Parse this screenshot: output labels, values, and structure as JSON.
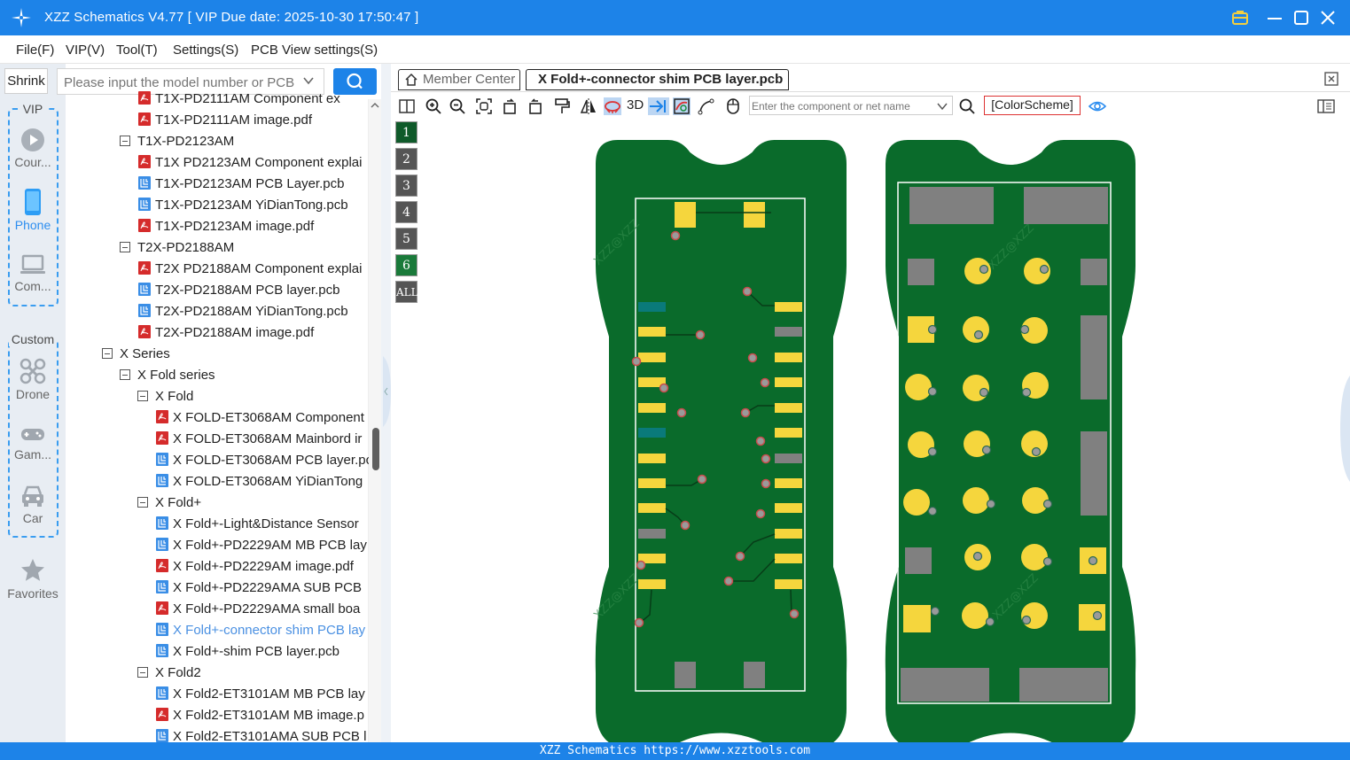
{
  "window": {
    "title": "XZZ Schematics V4.77 [ VIP Due date: 2025-10-30 17:50:47 ]"
  },
  "menu": [
    "File(F)",
    "VIP(V)",
    "Tool(T)",
    "Settings(S)",
    "PCB View settings(S)"
  ],
  "sidebar": {
    "shrink_label": "Shrink",
    "search_placeholder": "Please input the model number or PCB",
    "vip_label": "VIP",
    "custom_label": "Custom",
    "vip_items": [
      {
        "label": "Cour...",
        "icon": "play-icon"
      },
      {
        "label": "Phone",
        "icon": "phone-icon"
      },
      {
        "label": "Com...",
        "icon": "laptop-icon"
      }
    ],
    "custom_items": [
      {
        "label": "Drone",
        "icon": "drone-icon"
      },
      {
        "label": "Gam...",
        "icon": "gamepad-icon"
      },
      {
        "label": "Car",
        "icon": "car-icon"
      }
    ],
    "favorites_label": "Favorites"
  },
  "tree": [
    {
      "label": "T1X-PD2111AM Component ex",
      "type": "pdf",
      "level": 3
    },
    {
      "label": "T1X-PD2111AM image.pdf",
      "type": "pdf",
      "level": 3
    },
    {
      "label": "T1X-PD2123AM",
      "type": "folder",
      "level": 2
    },
    {
      "label": "T1X PD2123AM Component explai",
      "type": "pdf",
      "level": 3
    },
    {
      "label": "T1X-PD2123AM PCB Layer.pcb",
      "type": "pcb",
      "level": 3
    },
    {
      "label": "T1X-PD2123AM YiDianTong.pcb",
      "type": "pcb",
      "level": 3
    },
    {
      "label": "T1X-PD2123AM image.pdf",
      "type": "pdf",
      "level": 3
    },
    {
      "label": "T2X-PD2188AM",
      "type": "folder",
      "level": 2
    },
    {
      "label": "T2X PD2188AM Component explai",
      "type": "pdf",
      "level": 3
    },
    {
      "label": "T2X-PD2188AM PCB layer.pcb",
      "type": "pcb",
      "level": 3
    },
    {
      "label": "T2X-PD2188AM YiDianTong.pcb",
      "type": "pcb",
      "level": 3
    },
    {
      "label": "T2X-PD2188AM image.pdf",
      "type": "pdf",
      "level": 3
    },
    {
      "label": "X Series",
      "type": "folder",
      "level": 1
    },
    {
      "label": "X Fold series",
      "type": "folder",
      "level": 2
    },
    {
      "label": "X Fold",
      "type": "folder",
      "level": 3
    },
    {
      "label": "X FOLD-ET3068AM Component",
      "type": "pdf",
      "level": 4
    },
    {
      "label": "X FOLD-ET3068AM Mainbord ir",
      "type": "pdf",
      "level": 4
    },
    {
      "label": "X FOLD-ET3068AM PCB layer.pc",
      "type": "pcb",
      "level": 4
    },
    {
      "label": "X FOLD-ET3068AM YiDianTong",
      "type": "pcb",
      "level": 4
    },
    {
      "label": "X Fold+",
      "type": "folder",
      "level": 3
    },
    {
      "label": "X Fold+-Light&Distance Sensor",
      "type": "pcb",
      "level": 4
    },
    {
      "label": "X Fold+-PD2229AM MB PCB lay",
      "type": "pcb",
      "level": 4
    },
    {
      "label": "X Fold+-PD2229AM image.pdf",
      "type": "pdf",
      "level": 4
    },
    {
      "label": "X Fold+-PD2229AMA SUB PCB",
      "type": "pcb",
      "level": 4
    },
    {
      "label": "X Fold+-PD2229AMA small boa",
      "type": "pdf",
      "level": 4
    },
    {
      "label": "X Fold+-connector shim PCB lay",
      "type": "pcb",
      "level": 4,
      "selected": true
    },
    {
      "label": "X Fold+-shim PCB layer.pcb",
      "type": "pcb",
      "level": 4
    },
    {
      "label": "X Fold2",
      "type": "folder",
      "level": 3
    },
    {
      "label": "X Fold2-ET3101AM MB PCB lay",
      "type": "pcb",
      "level": 4
    },
    {
      "label": "X Fold2-ET3101AM MB image.p",
      "type": "pdf",
      "level": 4
    },
    {
      "label": "X Fold2-ET3101AMA SUB PCB l",
      "type": "pcb",
      "level": 4
    }
  ],
  "tabs": {
    "member_center": "Member Center",
    "active_file": "X Fold+-connector shim PCB layer.pcb"
  },
  "toolbar": {
    "label_3d": "3D",
    "component_search_placeholder": "Enter the component or net name",
    "color_scheme": "[ColorScheme]"
  },
  "layers": [
    {
      "label": "1",
      "color": "#0f5a2a"
    },
    {
      "label": "2",
      "color": "#555555"
    },
    {
      "label": "3",
      "color": "#555555"
    },
    {
      "label": "4",
      "color": "#555555"
    },
    {
      "label": "5",
      "color": "#555555"
    },
    {
      "label": "6",
      "color": "#1a7a3a"
    },
    {
      "label": "ALL",
      "color": "#555555"
    }
  ],
  "pcb": {
    "board_color": "#0a6b2b",
    "pad_color": "#f5d63d",
    "grey_pad_color": "#808080",
    "outline_color": "#ffffff",
    "watermark": "XZZ@XZZ"
  },
  "status": {
    "text": "XZZ Schematics https://www.xzztools.com"
  }
}
